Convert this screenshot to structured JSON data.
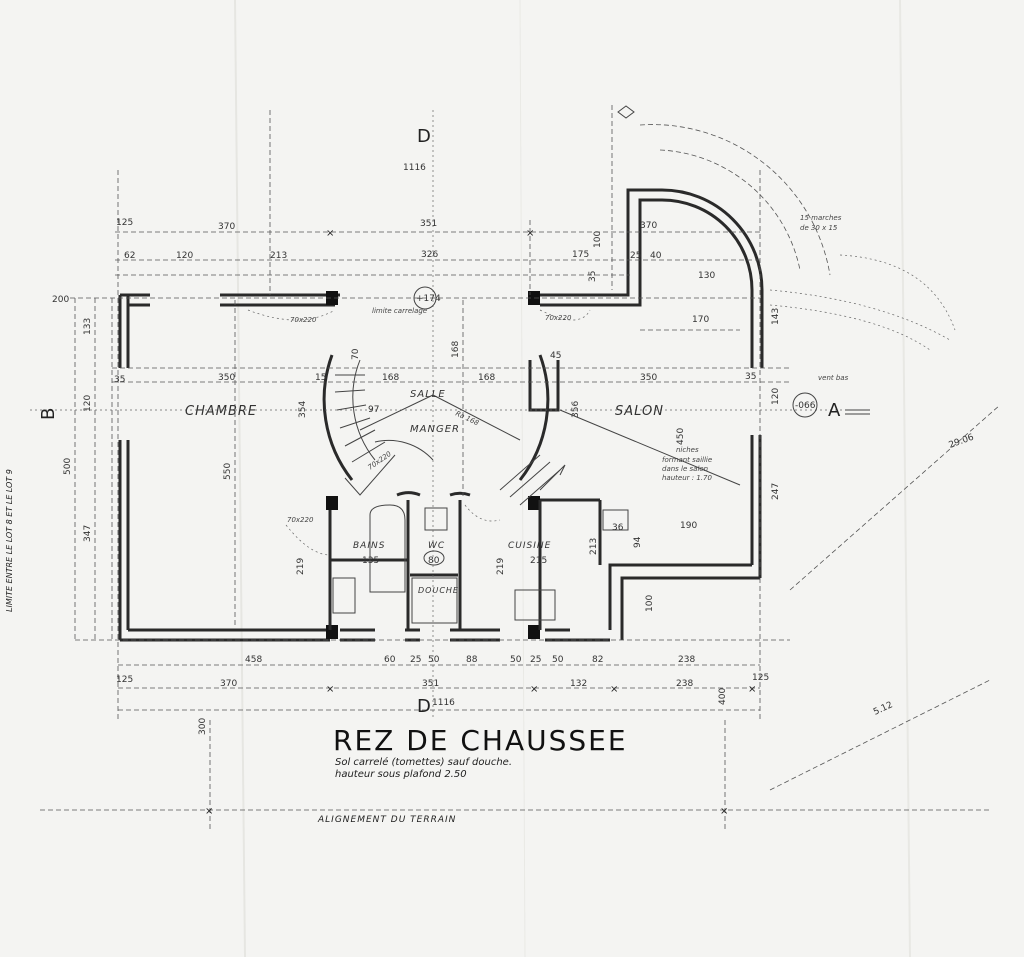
{
  "drawing": {
    "title": "REZ DE CHAUSSEE",
    "subtitle_line1": "Sol carrelé (tomettes) sauf douche.",
    "subtitle_line2": "hauteur sous plafond 2.50",
    "terrain_label": "ALIGNEMENT DU TERRAIN",
    "limit_label": "LIMITE ENTRE LE LOT 8 ET LE LOT 9",
    "section_mark_top": "D",
    "section_mark_left": "B",
    "section_mark_right": "A",
    "section_mark_bottom": "D"
  },
  "rooms": {
    "chambre": "CHAMBRE",
    "salle": "SALLE",
    "manger": "MANGER",
    "salon": "SALON",
    "bains": "BAINS",
    "wc": "WC",
    "cuisine": "CUISINE",
    "douche": "DOUCHE"
  },
  "notes": {
    "limite_carrelage": "limite carrelage",
    "niches_1": "niches",
    "niches_2": "formant saillie",
    "niches_3": "dans le salon",
    "niches_4": "hauteur : 1.70",
    "marches_1": "15 marches",
    "marches_2": "de 30 x 15",
    "vent_bas": "vent bas",
    "level_174": "+174",
    "level_066": "-066",
    "porte_1": "70x220",
    "porte_2": "70x220",
    "porte_3": "70x220",
    "porte_4": "70x220",
    "ra": "Ra 168"
  },
  "dimensions": {
    "top_116": "1116",
    "top_125": "125",
    "top_62": "62",
    "top_120": "120",
    "top_213": "213",
    "top_370": "370",
    "top_351": "351",
    "top_326": "326",
    "top_175": "175",
    "top_100": "100",
    "top_25a": "25",
    "top_370b": "370",
    "top_40": "40",
    "top_130": "130",
    "top_170": "170",
    "top_35": "35",
    "left_200": "200",
    "left_133": "133",
    "left_120": "120",
    "left_500": "500",
    "left_347": "347",
    "left_35": "35",
    "mid_350a": "350",
    "mid_168a": "168",
    "mid_168b": "168",
    "mid_350b": "350",
    "mid_168c": "168",
    "mid_550": "550",
    "mid_354": "354",
    "mid_356": "356",
    "mid_450": "450",
    "mid_15": "15",
    "mid_70": "70",
    "mid_45": "45",
    "mid_97": "97",
    "mid_190": "190",
    "mid_247": "247",
    "mid_120r": "120",
    "mid_143": "143",
    "mid_35r": "35",
    "bath_135": "135",
    "bath_80": "80",
    "bath_219a": "219",
    "bath_219b": "219",
    "bath_213": "213",
    "bath_215": "215",
    "bath_36": "36",
    "bath_94": "94",
    "bath_100": "100",
    "bot_458": "458",
    "bot_60a": "60",
    "bot_25a": "25",
    "bot_50a": "50",
    "bot_88": "88",
    "bot_50b": "50",
    "bot_25b": "25",
    "bot_50c": "50",
    "bot_82": "82",
    "bot_238a": "238",
    "bot_125": "125",
    "bot_370": "370",
    "bot_351": "351",
    "bot_132": "132",
    "bot_238b": "238",
    "bot_1116": "1116",
    "bot_400": "400",
    "bot_300": "300",
    "bot_125r": "125",
    "diag_512": "5.12",
    "diag_2906": "29.06"
  }
}
